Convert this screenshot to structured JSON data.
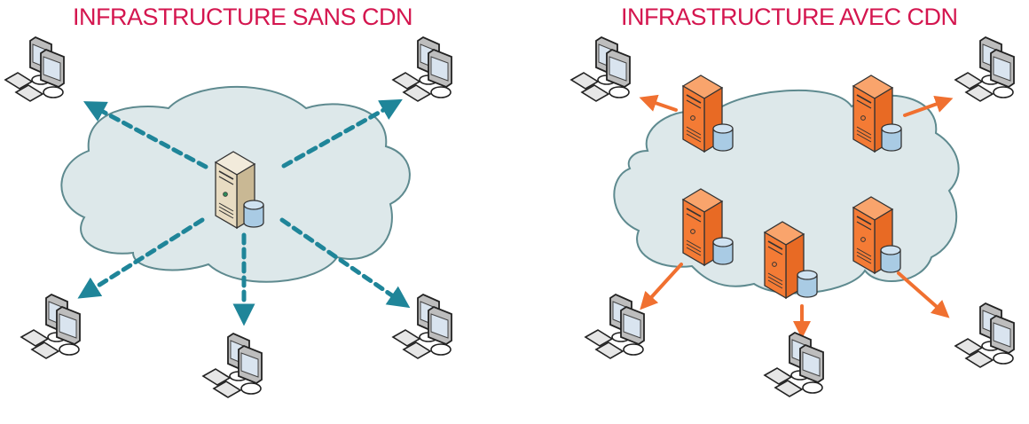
{
  "left_panel": {
    "title": "INFRASTRUCTURE SANS CDN",
    "cloud_label": "internet-cloud",
    "origin_server": {
      "kind": "origin-server",
      "color": "#e8dcc2"
    },
    "connection_style": "dashed",
    "connection_color": "#1f8599",
    "clients": [
      "client-top-left",
      "client-top-right",
      "client-bottom-left",
      "client-bottom-center",
      "client-bottom-right"
    ]
  },
  "right_panel": {
    "title": "INFRASTRUCTURE AVEC CDN",
    "cloud_label": "internet-cloud",
    "edge_servers": [
      "edge-server-top-left",
      "edge-server-top-right",
      "edge-server-bottom-left",
      "edge-server-bottom-center",
      "edge-server-bottom-right"
    ],
    "edge_server_color": "#f47b35",
    "connection_style": "solid",
    "connection_color": "#f07030",
    "clients": [
      "client-top-left",
      "client-top-right",
      "client-bottom-left",
      "client-bottom-center",
      "client-bottom-right"
    ]
  },
  "colors": {
    "title": "#d4164f",
    "cloud_fill": "#dde8ea",
    "cloud_stroke": "#5e8a8f",
    "database": "#a9cbe4"
  }
}
